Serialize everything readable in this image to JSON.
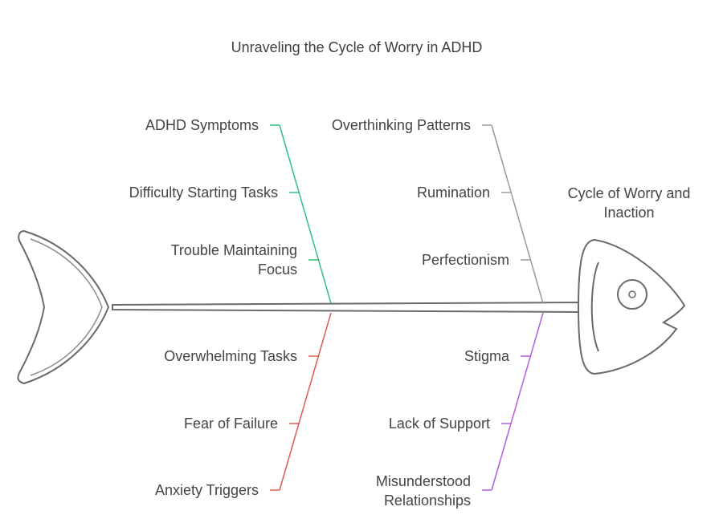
{
  "title": "Unraveling the Cycle of Worry in ADHD",
  "effect": {
    "line1": "Cycle of Worry and",
    "line2": "Inaction"
  },
  "categories": [
    {
      "name": "adhd-symptoms",
      "color": "#2ec27e",
      "causes": [
        "ADHD Symptoms",
        "Difficulty Starting Tasks",
        "Trouble Maintaining",
        "Focus"
      ]
    },
    {
      "name": "overthinking-patterns",
      "color": "#9a9a9a",
      "causes": [
        "Overthinking Patterns",
        "Rumination",
        "Perfectionism"
      ]
    },
    {
      "name": "overwhelm",
      "color": "#e05a4f",
      "causes": [
        "Overwhelming Tasks",
        "Fear of Failure",
        "Anxiety Triggers"
      ]
    },
    {
      "name": "social",
      "color": "#b25ee0",
      "causes": [
        "Stigma",
        "Lack of Support",
        "Misunderstood",
        "Relationships"
      ]
    }
  ]
}
